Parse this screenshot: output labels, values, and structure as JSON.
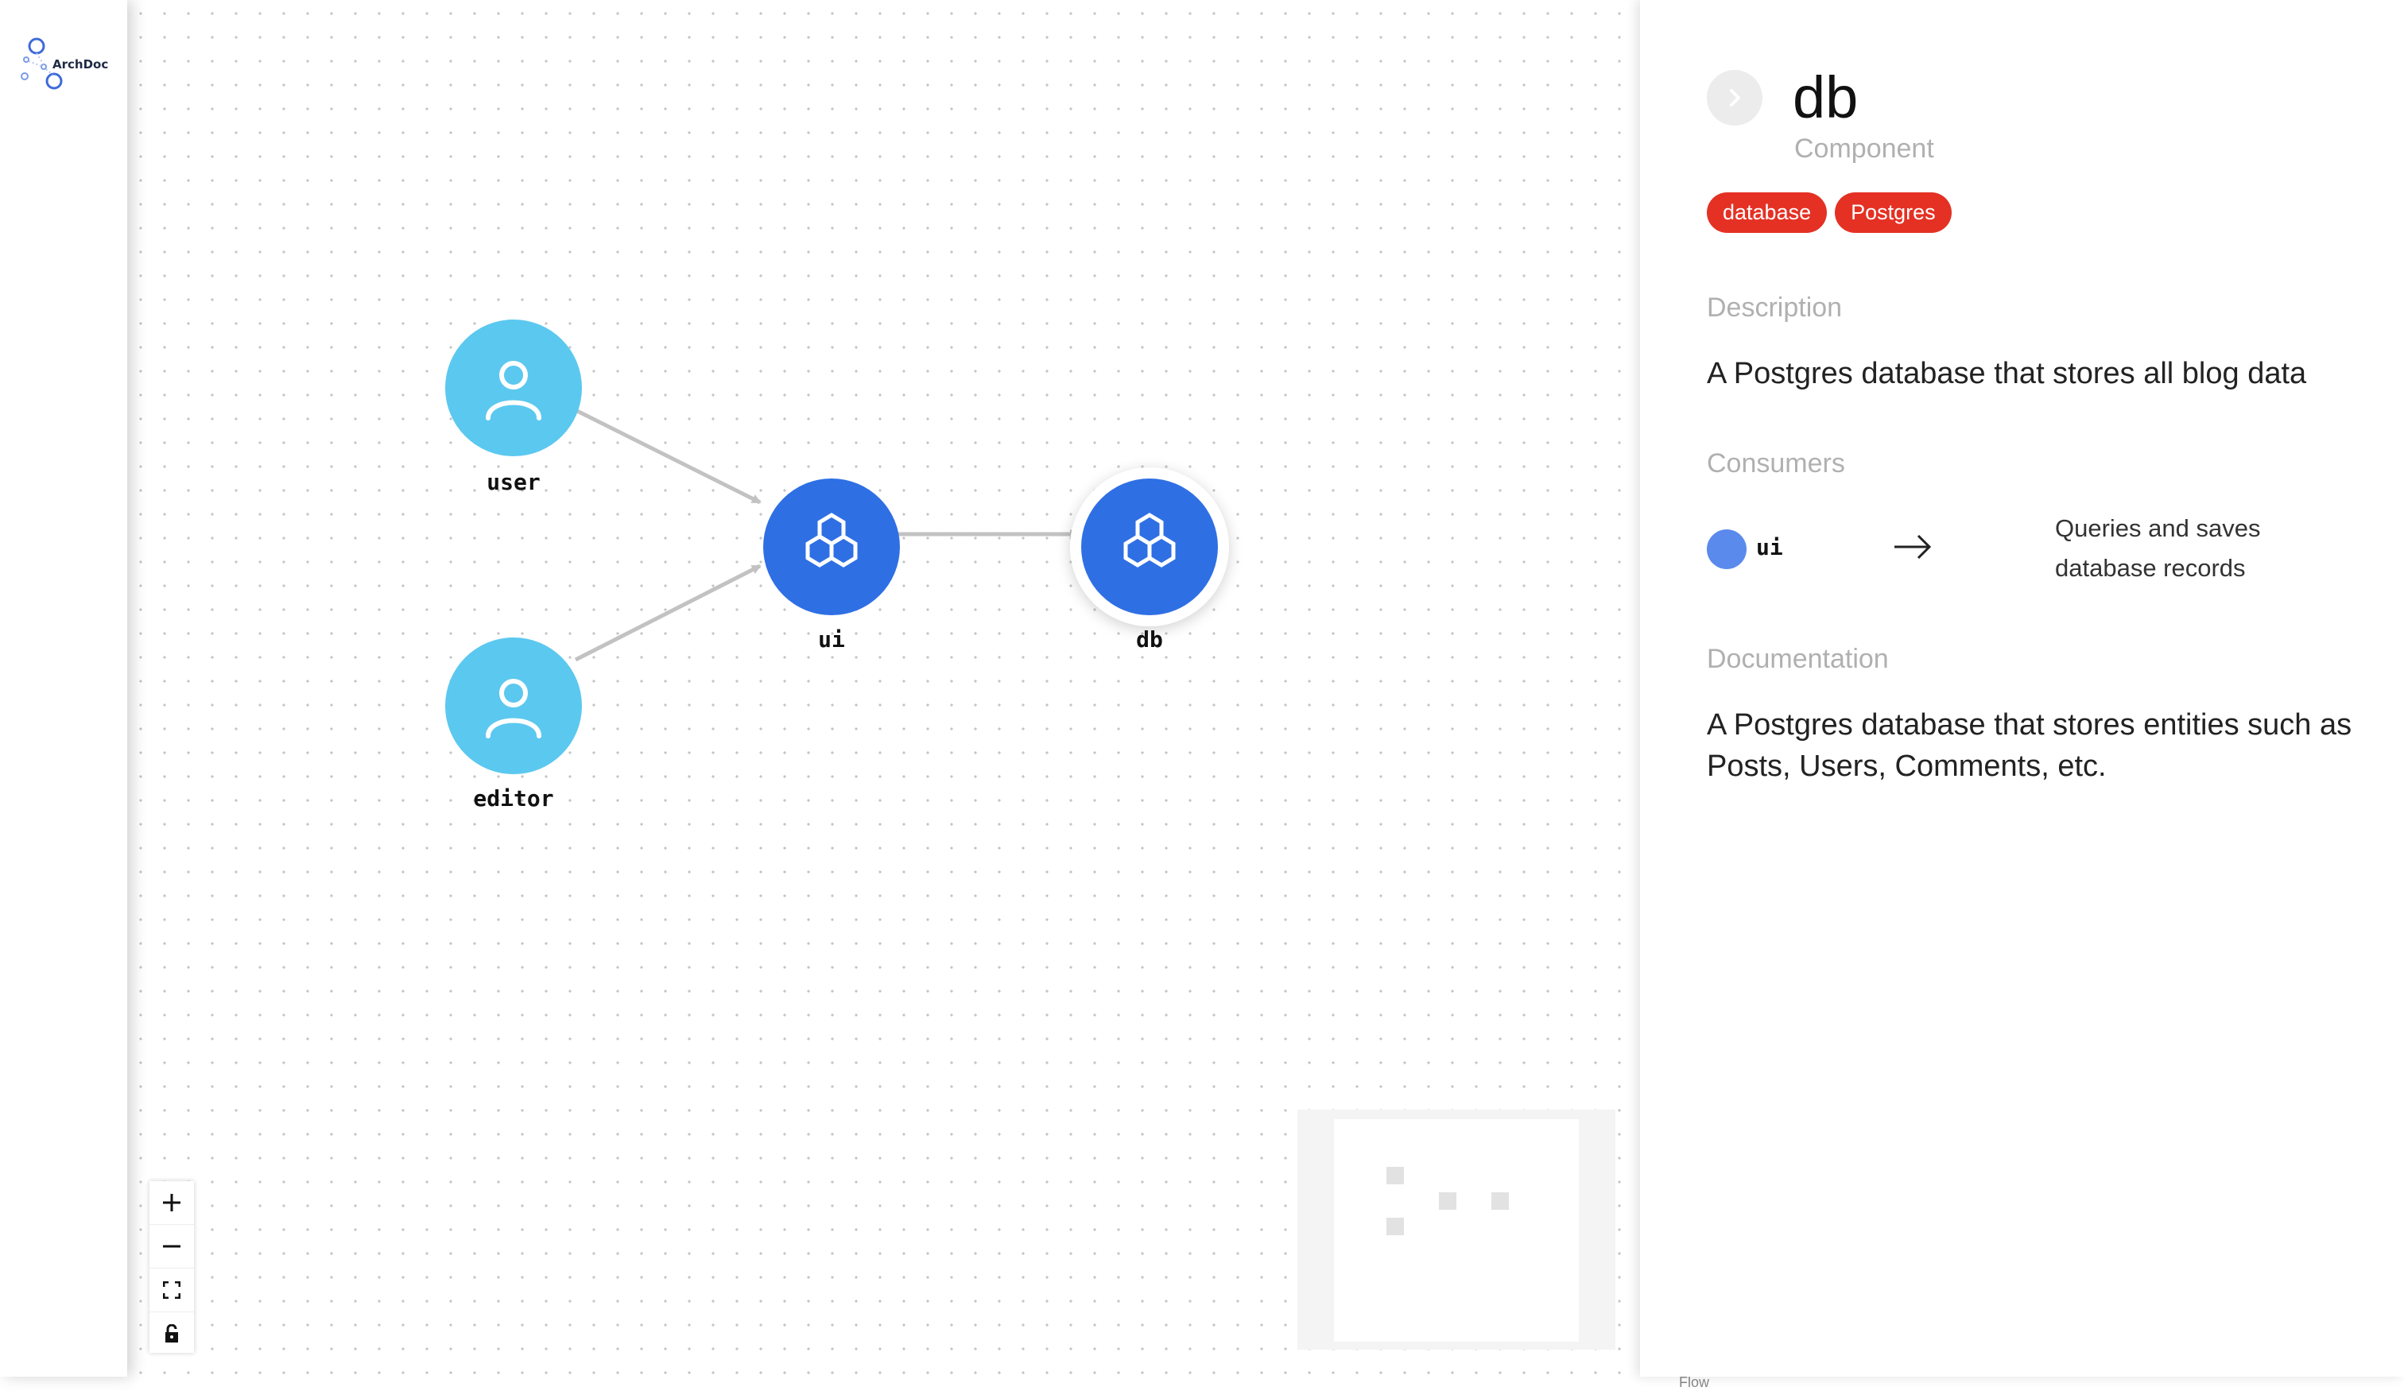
{
  "app": {
    "logo_text": "ArchDoc",
    "attribution": "React Flow"
  },
  "nodes": [
    {
      "id": "user",
      "label": "user",
      "kind": "person",
      "icon": "person-icon"
    },
    {
      "id": "editor",
      "label": "editor",
      "kind": "person",
      "icon": "person-icon"
    },
    {
      "id": "ui",
      "label": "ui",
      "kind": "component",
      "icon": "hexagons-icon"
    },
    {
      "id": "db",
      "label": "db",
      "kind": "component",
      "icon": "hexagons-icon",
      "selected": true
    }
  ],
  "edges": [
    {
      "from": "user",
      "to": "ui"
    },
    {
      "from": "editor",
      "to": "ui"
    },
    {
      "from": "ui",
      "to": "db"
    }
  ],
  "controls": [
    {
      "name": "zoom-in",
      "glyph": "+"
    },
    {
      "name": "zoom-out",
      "glyph": "−"
    },
    {
      "name": "fit-view",
      "glyph": "⛶"
    },
    {
      "name": "lock",
      "glyph": "🔒"
    }
  ],
  "panel": {
    "title": "db",
    "subtitle": "Component",
    "tags": [
      "database",
      "Postgres"
    ],
    "description_heading": "Description",
    "description": "A Postgres database that stores all blog data",
    "consumers_heading": "Consumers",
    "consumers": [
      {
        "name": "ui",
        "description": "Queries and saves database records"
      }
    ],
    "documentation_heading": "Documentation",
    "documentation": "A Postgres database that stores entities such as Posts, Users, Comments, etc."
  },
  "colors": {
    "person_node": "#5bc8ef",
    "component_node": "#2f6fe4",
    "tag": "#e43124",
    "edge": "#c2c2c2"
  }
}
